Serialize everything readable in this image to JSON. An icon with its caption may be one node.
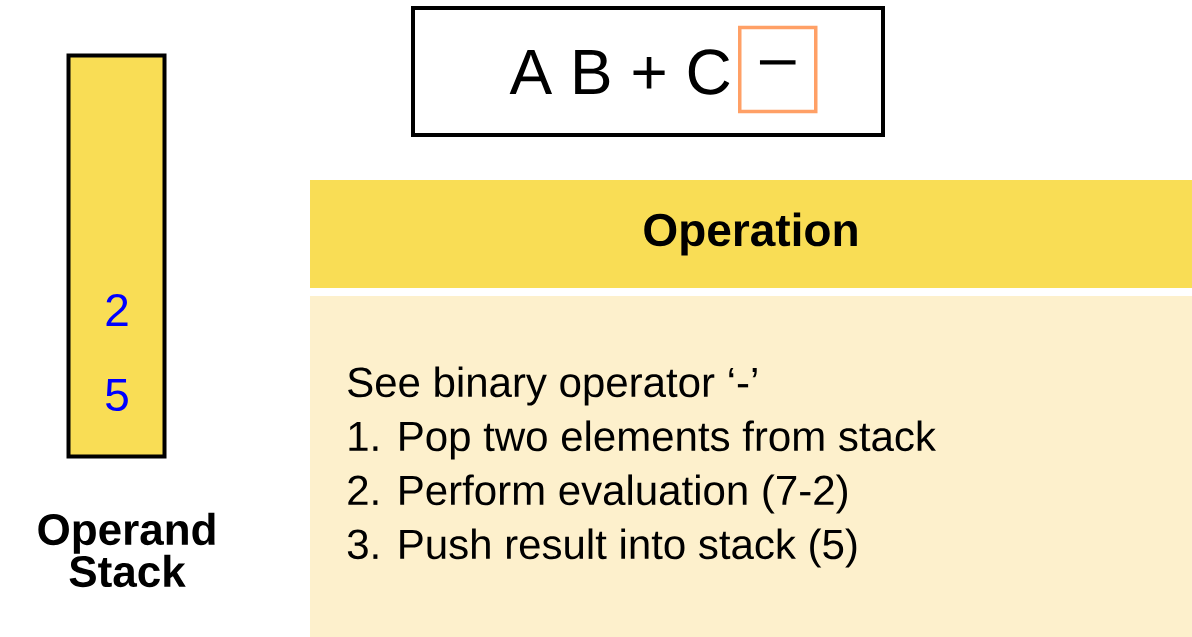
{
  "diagram": {
    "nodes": [
      {
        "text": [
          "A B + C"
        ]
      },
      {
        "text": [
          "–"
        ],
        "in": 0
      },
      {
        "text": [
          "2",
          "5"
        ],
        "beside": [
          "Operand Stack"
        ]
      },
      {
        "text": [
          "Operation"
        ]
      },
      {
        "text": [
          "See binary operator ‘-’",
          "1. Pop two elements from stack",
          "2. Perform evaluation (7-2)",
          "3. Push result into stack (5)"
        ]
      }
    ]
  }
}
